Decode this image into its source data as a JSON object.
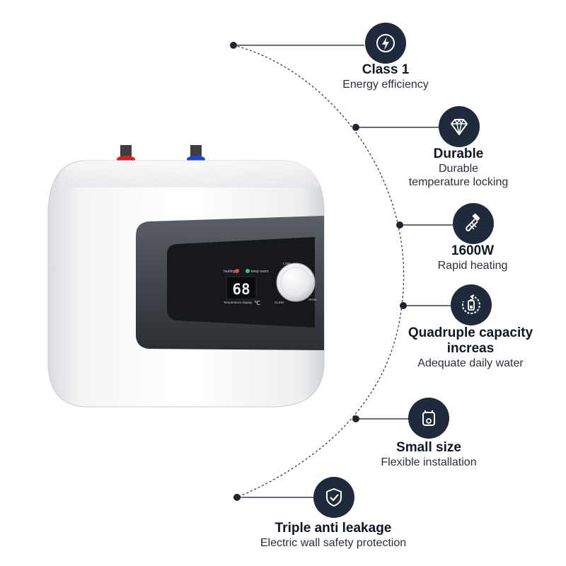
{
  "colors": {
    "icon_bg": "#1f2a3c",
    "connector": "#3a3f4a",
    "hot_pipe": "#d32424",
    "cold_pipe": "#2346c8",
    "display_digits": "#e8eef5"
  },
  "product": {
    "control_panel": {
      "indicator_heating": "heating",
      "indicator_keep_warm": "keep warm",
      "display_value": "68",
      "display_caption": "Temperature display",
      "display_unit": "℃",
      "knob_label_left": "CLEW",
      "knob_label_right": "HIGH",
      "knob_label_top": "LOW"
    }
  },
  "features": [
    {
      "icon": "energy-bolt-icon",
      "title": "Class 1",
      "desc": [
        "Energy efficiency"
      ]
    },
    {
      "icon": "diamond-icon",
      "title": "Durable",
      "desc": [
        "Durable",
        "temperature locking"
      ]
    },
    {
      "icon": "heating-element-icon",
      "title": "1600W",
      "desc": [
        "Rapid heating"
      ]
    },
    {
      "icon": "capacity-cycle-icon",
      "title": "Quadruple capacity increas",
      "desc": [
        "Adequate daily water"
      ]
    },
    {
      "icon": "compact-heater-icon",
      "title": "Small size",
      "desc": [
        "Flexible installation"
      ]
    },
    {
      "icon": "shield-check-icon",
      "title": "Triple anti leakage",
      "desc": [
        "Electric wall safety protection"
      ]
    }
  ]
}
